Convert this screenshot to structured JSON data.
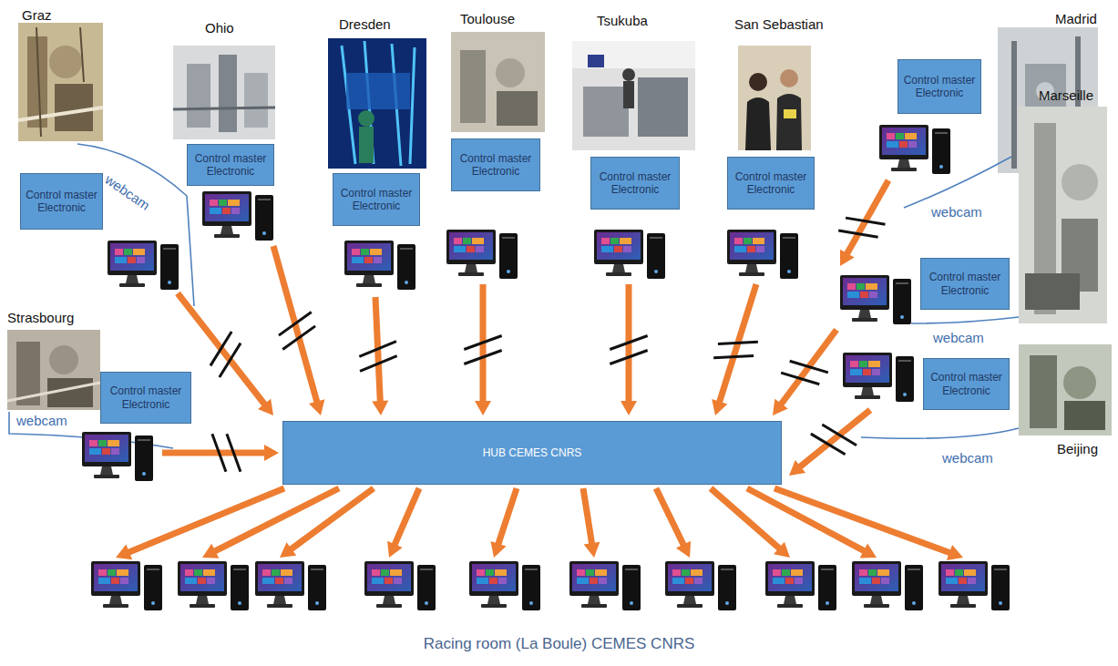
{
  "diagram": {
    "caption": "Racing room (La Boule) CEMES CNRS",
    "nodes": [
      {
        "text": [
          "Control master Electronic"
        ]
      },
      {
        "text": [
          "Control master Electronic"
        ]
      },
      {
        "text": [
          "Control master Electronic"
        ]
      },
      {
        "text": [
          "Control master Electronic"
        ]
      },
      {
        "text": [
          "Control master Electronic"
        ]
      },
      {
        "text": [
          "Control master Electronic"
        ]
      },
      {
        "text": [
          "Control master Electronic"
        ]
      },
      {
        "text": [
          "Control master Electronic"
        ]
      },
      {
        "text": [
          "Control master Electronic"
        ]
      },
      {
        "text": [
          "Control master Electronic"
        ]
      },
      {
        "text": [
          "HUB CEMES CNRS"
        ]
      }
    ],
    "labels": [
      "Graz",
      "Ohio",
      "Dresden",
      "Toulouse",
      "Tsukuba",
      "San Sebastian",
      "Madrid",
      "webcam",
      "webcam",
      "Marseille",
      "Strasbourg",
      "webcam",
      "webcam",
      "Beijing",
      "webcam"
    ]
  }
}
